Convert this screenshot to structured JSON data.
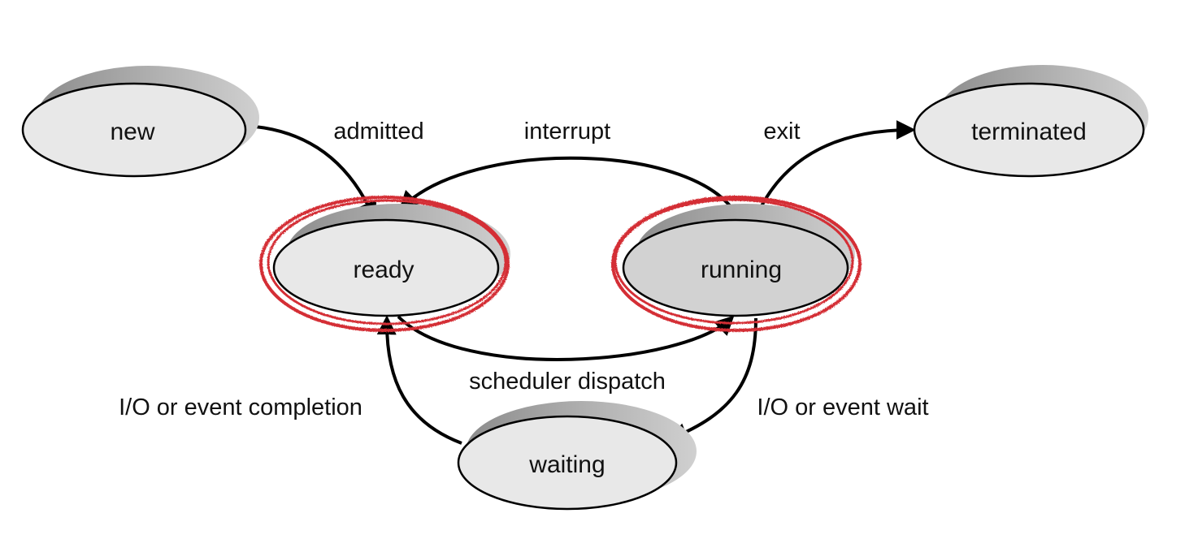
{
  "colors": {
    "node_fill": "#e8e8e8",
    "node_fill_active": "#d2d2d2",
    "node_shadow": "#a9a9a9",
    "highlight": "#d42e35",
    "edge": "#000000"
  },
  "states": {
    "new": "new",
    "ready": "ready",
    "running": "running",
    "waiting": "waiting",
    "terminated": "terminated"
  },
  "transitions": {
    "admitted": "admitted",
    "interrupt": "interrupt",
    "exit": "exit",
    "scheduler_dispatch": "scheduler dispatch",
    "io_event_completion": "I/O or event completion",
    "io_event_wait": "I/O or event wait"
  },
  "highlighted_states": [
    "ready",
    "running"
  ]
}
